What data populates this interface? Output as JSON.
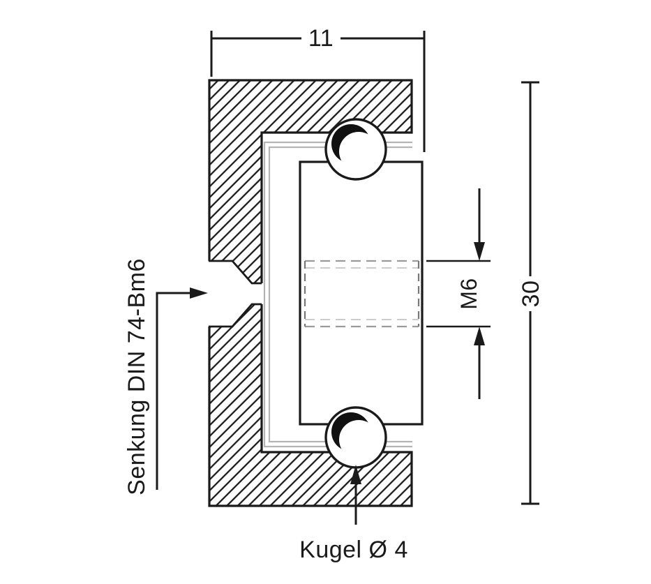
{
  "labels": {
    "width_dim": "11",
    "height_dim": "30",
    "thread_dim": "M6",
    "ball_note": "Kugel Ø 4",
    "countersink_note": "Senkung DIN 74-Bm6"
  },
  "colors": {
    "line": "#1a1a1a",
    "raceway_gray": "#b4b4b4",
    "hidden_line_gray": "#9a9a9a",
    "hidden_line_light": "#cccccc",
    "background": "#ffffff"
  }
}
